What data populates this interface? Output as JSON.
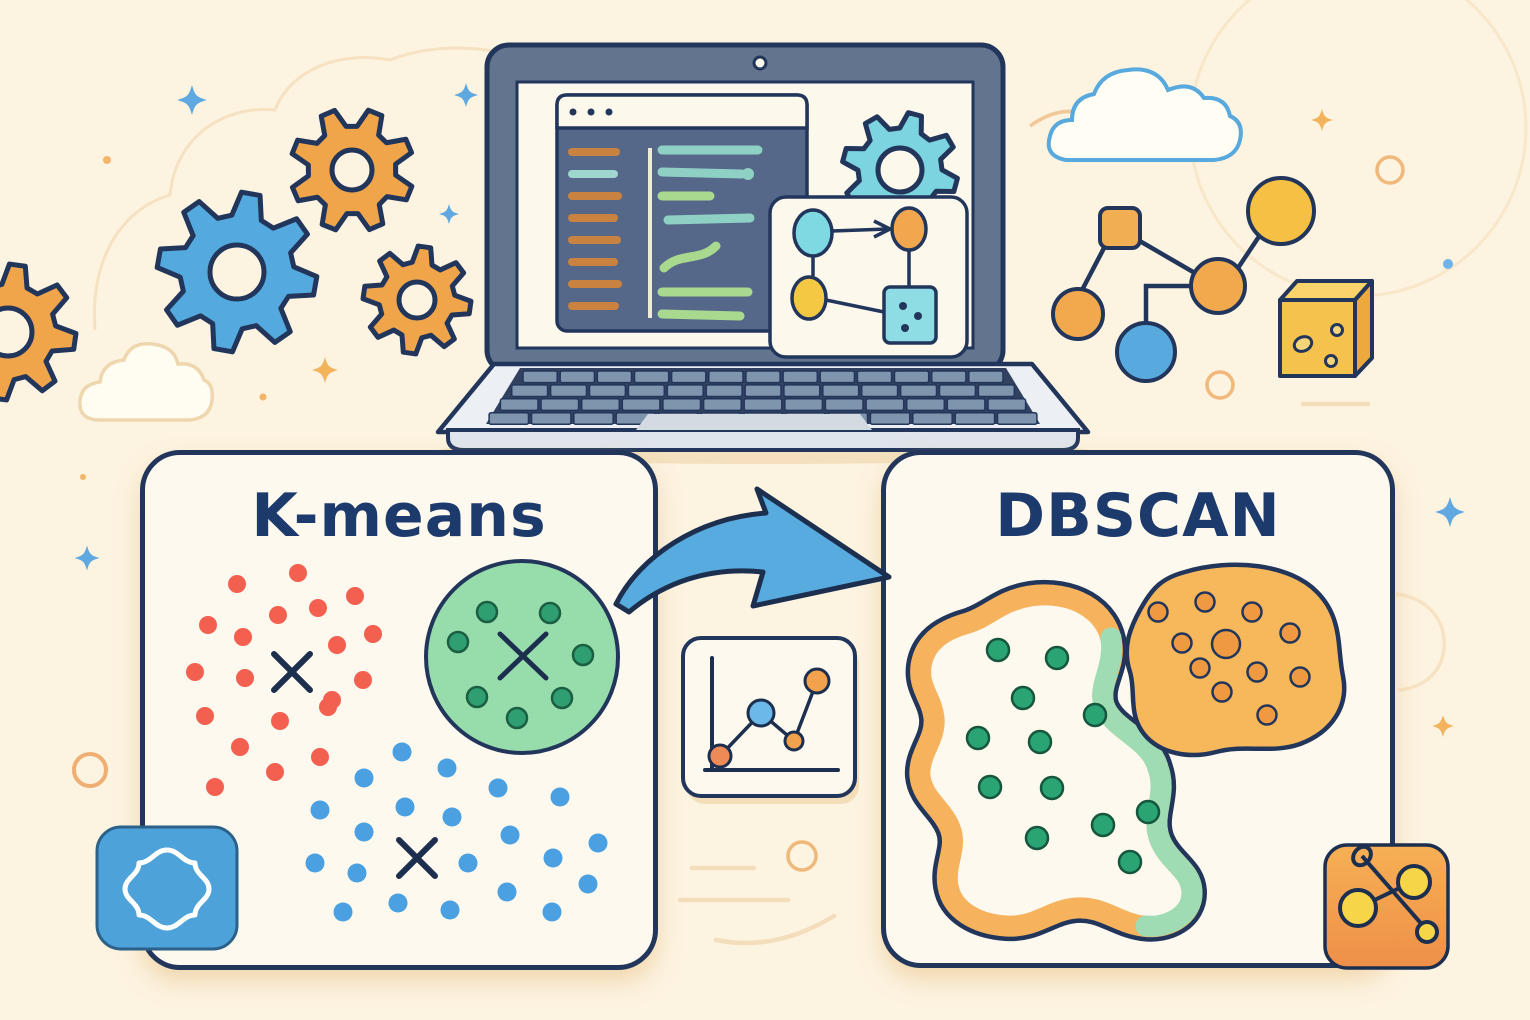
{
  "panels": {
    "kmeans": {
      "title": "K-means"
    },
    "dbscan": {
      "title": "DBSCAN"
    }
  },
  "colors": {
    "background": "#fcf3e0",
    "panel_background": "#fdf9ee",
    "outline_navy": "#22365c",
    "title_navy": "#1c3a6b",
    "accent_blue": "#57a9de",
    "accent_orange": "#f0a54a",
    "accent_yellow": "#f5c843",
    "cluster_red": "#f4604f",
    "cluster_blue": "#4aa0e0",
    "cluster_green_fill": "#97dcab",
    "cluster_green_dot": "#2f9e70",
    "blob_band_orange": "#f6b25c",
    "blob_band_green": "#9fdcb4",
    "screen_slate": "#5d6f8b",
    "gear_teal": "#7cd4e0"
  },
  "icons": {
    "laptop": "laptop-with-code-editor",
    "gears": "gear-icons",
    "screen_gear": "gear-icon",
    "flowchart": "flowchart-icon",
    "network": "network-nodes-icon",
    "cube": "data-cube-icon",
    "cloud": "cloud-icon",
    "arrow": "transform-arrow-icon",
    "chart_card": "line-chart-icon",
    "blue_app": "cluster-app-icon",
    "orange_app": "scatter-app-icon",
    "centroid": "x-centroid-marker",
    "sparkles": "sparkle-icons"
  }
}
